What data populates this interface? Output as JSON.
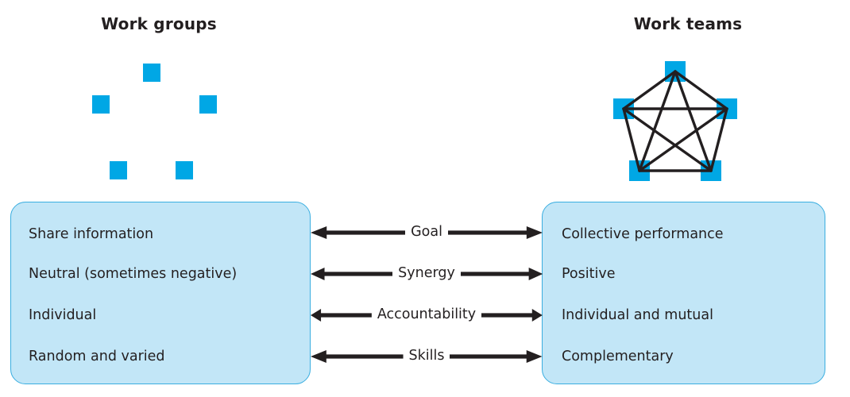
{
  "figure": {
    "type": "comparison-diagram",
    "title_left": "Work groups",
    "title_right": "Work teams"
  },
  "colors": {
    "node_blue": "#00a7e5",
    "box_fill": "#c2e6f7",
    "box_border": "#3aaee0",
    "text": "#231f20",
    "arrow": "#231f20"
  },
  "left_panel": {
    "heading": "Work groups",
    "diagram": {
      "name": "five-unconnected-nodes",
      "node_count": 5,
      "edges": 0,
      "description": "Five separate blue squares arranged in a pentagon with no connecting lines"
    },
    "attributes": [
      "Share information",
      "Neutral (sometimes negative)",
      "Individual",
      "Random and varied"
    ]
  },
  "right_panel": {
    "heading": "Work teams",
    "diagram": {
      "name": "five-node-complete-graph",
      "node_count": 5,
      "edges": 10,
      "description": "Five blue squares arranged in a pentagon, fully interconnected (complete graph K5)"
    },
    "attributes": [
      "Collective performance",
      "Positive",
      "Individual and mutual",
      "Complementary"
    ]
  },
  "comparison_rows": [
    {
      "label": "Goal",
      "left": "Share information",
      "right": "Collective performance"
    },
    {
      "label": "Synergy",
      "left": "Neutral (sometimes negative)",
      "right": "Positive"
    },
    {
      "label": "Accountability",
      "left": "Individual",
      "right": "Individual and mutual"
    },
    {
      "label": "Skills",
      "left": "Random and varied",
      "right": "Complementary"
    }
  ]
}
